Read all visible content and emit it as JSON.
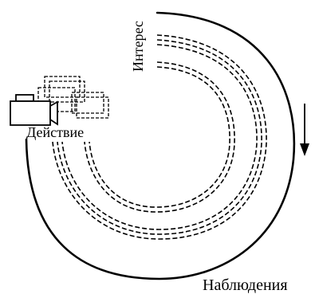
{
  "diagram": {
    "labels": {
      "interest": "Интерес",
      "action": "Действие",
      "observation": "Наблюдения"
    },
    "icons": {
      "camera": "video-camera-icon",
      "direction": "arrow-down-icon"
    },
    "colors": {
      "ink": "#000000",
      "background": "#ffffff"
    }
  }
}
